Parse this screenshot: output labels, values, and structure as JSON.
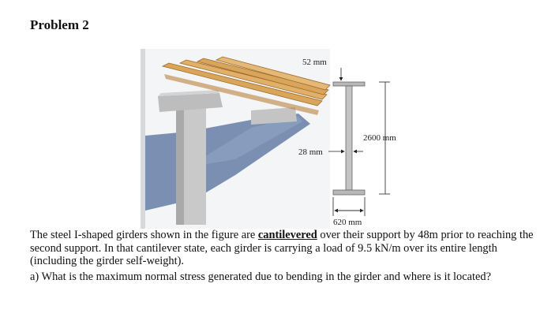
{
  "problem": {
    "heading": "Problem 2"
  },
  "figure": {
    "dimensions": {
      "flange_width_top": "52 mm",
      "height": "2600 mm",
      "web_thickness": "28 mm",
      "flange_width_bottom": "620 mm"
    },
    "colors": {
      "girder": "#d9a55a",
      "girder_edge": "#a06a28",
      "pier": "#c8c8c8",
      "pier_shadow": "#9a9a9a",
      "ground": "#7b8fb3",
      "sky": "#eef0f4",
      "steel": "#b8b8b8"
    }
  },
  "statement": {
    "part1": "The steel I-shaped girders shown in the figure are ",
    "emphasis": "cantilevered",
    "part2": " over their support by 48m prior to reaching the second support. In that cantilever state, each girder is carrying a load of 9.5 kN/m over its entire length (including the girder self-weight)."
  },
  "question_a": "a) What is the maximum normal stress generated due to bending in the girder and where is it located?"
}
